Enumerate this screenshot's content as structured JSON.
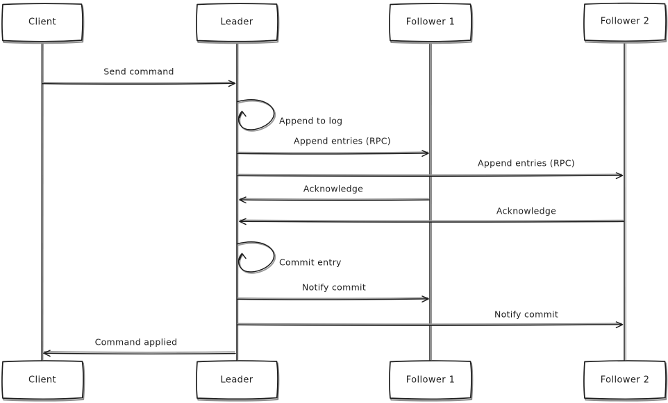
{
  "diagram": {
    "type": "sequence",
    "style": "hand-drawn",
    "colors": {
      "background": "#ffffff",
      "ink": "#1e1e1e",
      "rough_echo": "#9a9a9a"
    },
    "actors": [
      {
        "name": "Client"
      },
      {
        "name": "Leader"
      },
      {
        "name": "Follower 1"
      },
      {
        "name": "Follower 2"
      }
    ],
    "messages": [
      {
        "label": "Send command",
        "from": "Client",
        "to": "Leader",
        "kind": "arrow"
      },
      {
        "label": "Append to log",
        "from": "Leader",
        "to": "Leader",
        "kind": "self-loop"
      },
      {
        "label": "Append entries (RPC)",
        "from": "Leader",
        "to": "Follower 1",
        "kind": "arrow"
      },
      {
        "label": "Append entries (RPC)",
        "from": "Leader",
        "to": "Follower 2",
        "kind": "arrow"
      },
      {
        "label": "Acknowledge",
        "from": "Follower 1",
        "to": "Leader",
        "kind": "arrow"
      },
      {
        "label": "Acknowledge",
        "from": "Follower 2",
        "to": "Leader",
        "kind": "arrow"
      },
      {
        "label": "Commit entry",
        "from": "Leader",
        "to": "Leader",
        "kind": "self-loop"
      },
      {
        "label": "Notify commit",
        "from": "Leader",
        "to": "Follower 1",
        "kind": "arrow"
      },
      {
        "label": "Notify commit",
        "from": "Leader",
        "to": "Follower 2",
        "kind": "arrow"
      },
      {
        "label": "Command applied",
        "from": "Leader",
        "to": "Client",
        "kind": "arrow"
      }
    ]
  }
}
